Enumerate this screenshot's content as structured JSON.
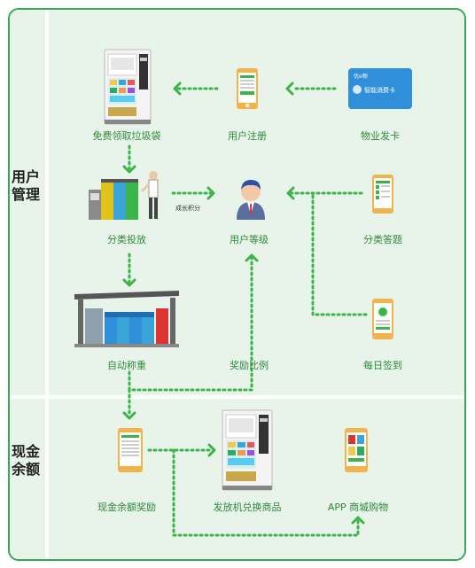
{
  "sections": {
    "user_management": "用户\n管理",
    "cash_balance": "现金\n余额"
  },
  "nodes": {
    "free_trash_bags": "免费领取垃圾袋",
    "user_registration": "用户注册",
    "property_card": "物业发卡",
    "sorting_disposal": "分类投放",
    "user_level": "用户等级",
    "sorting_quiz": "分类答题",
    "auto_weighing": "自动称重",
    "reward_ratio": "奖励比例",
    "daily_checkin": "每日签到",
    "cash_balance_reward": "现金余额奖励",
    "machine_exchange": "发放机兑换商品",
    "app_mall": "APP 商城购物"
  },
  "annotations": {
    "growth_points": "成长积分"
  },
  "card_text": {
    "brand": "优e物",
    "card_title": "智能消费卡"
  },
  "colors": {
    "frame_green": "#34a853",
    "arrow_green": "#3bb44a",
    "label_green": "#2e8b3a",
    "panel_bg": "#e8f3ea",
    "card_blue": "#2f8fd8"
  }
}
